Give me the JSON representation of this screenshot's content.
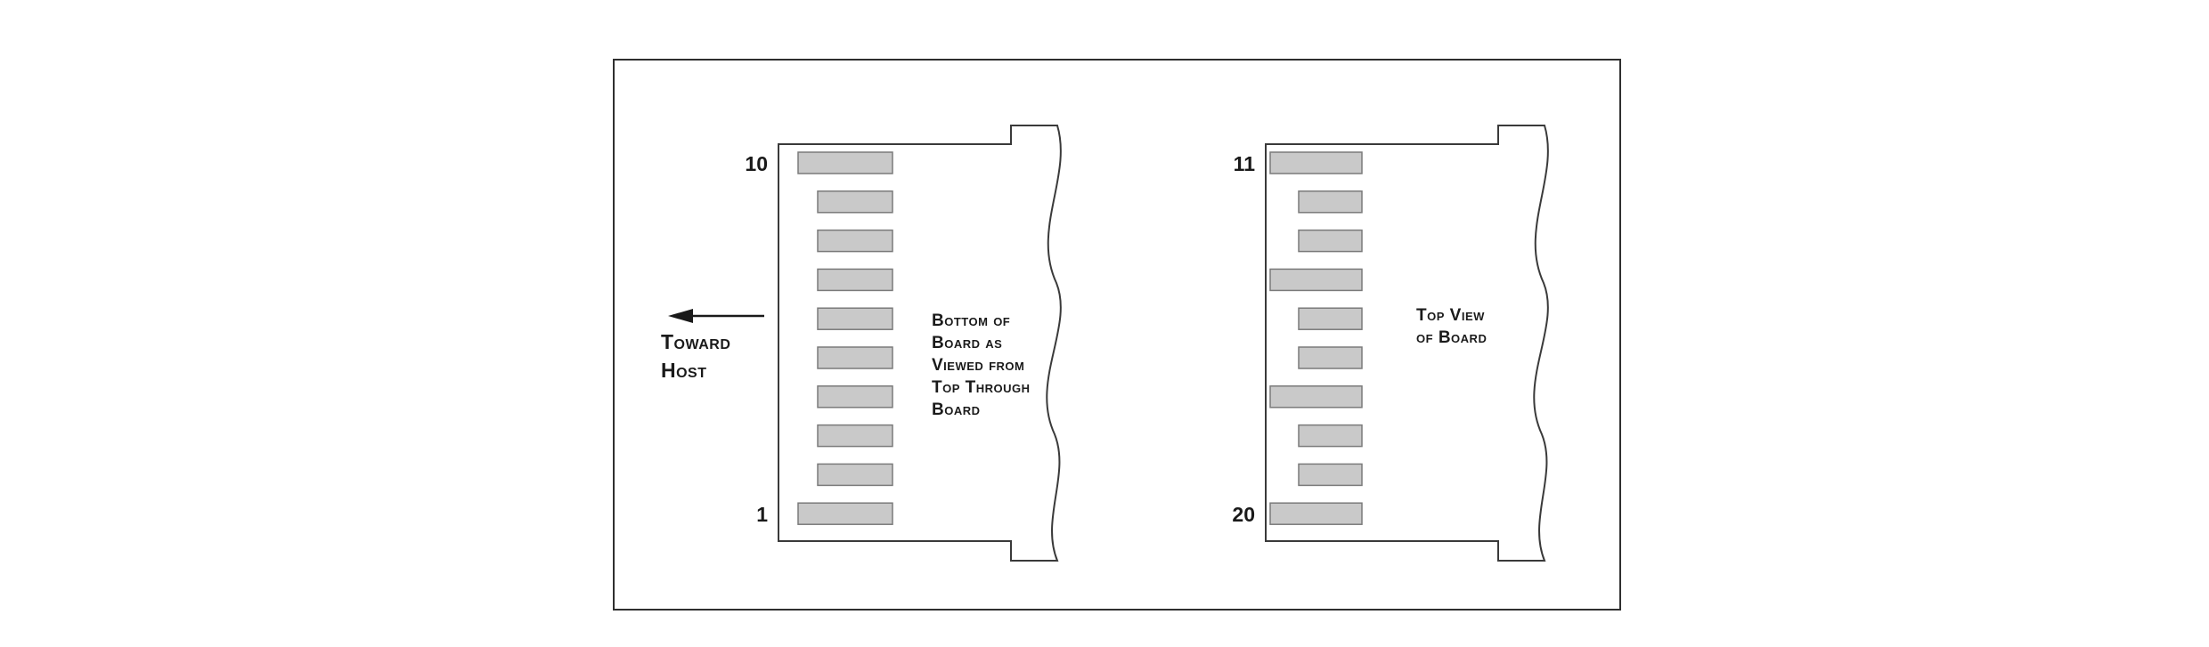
{
  "diagram": {
    "toward_host": {
      "line1": "Toward",
      "line2": "Host"
    },
    "left_view": {
      "top_pin": "10",
      "bottom_pin": "1",
      "caption_lines": {
        "0": "Bottom of",
        "1": "Board as",
        "2": "Viewed from",
        "3": "Top Through",
        "4": "Board"
      },
      "pads": [
        "long",
        "short",
        "short",
        "short",
        "short",
        "short",
        "short",
        "short",
        "short",
        "long"
      ]
    },
    "right_view": {
      "top_pin": "11",
      "bottom_pin": "20",
      "caption_lines": {
        "0": "Top View",
        "1": "of Board"
      },
      "pads": [
        "long",
        "short",
        "short",
        "long",
        "short",
        "short",
        "long",
        "short",
        "short",
        "long"
      ]
    },
    "colors": {
      "pad_fill": "#c9c9c9",
      "pad_border": "#7a7a7a",
      "outline": "#3a3a3a",
      "frame_border": "#2f2f2f",
      "background": "#ffffff"
    }
  }
}
